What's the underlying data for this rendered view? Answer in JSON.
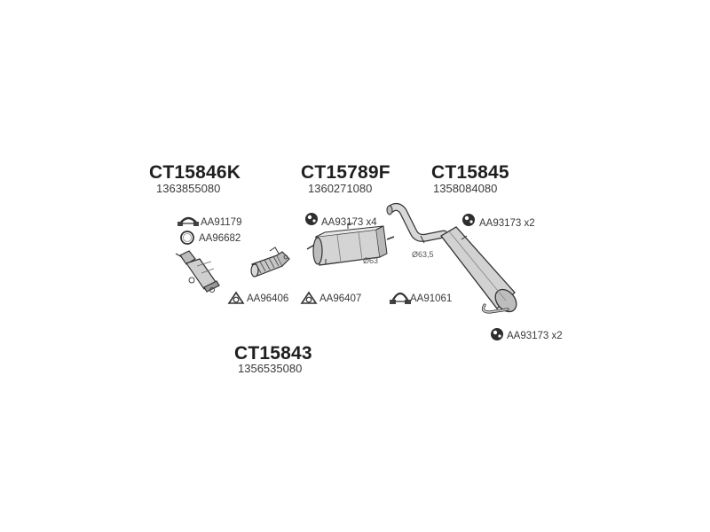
{
  "groups": {
    "front_pipe": {
      "code": "CT15846K",
      "number": "1363855080"
    },
    "middle_silencer": {
      "code": "CT15789F",
      "number": "1360271080"
    },
    "rear_silencer": {
      "code": "CT15845",
      "number": "1358084080"
    },
    "catalyst": {
      "code": "CT15843",
      "number": "1356535080"
    }
  },
  "parts": {
    "clamp_front": "AA91179",
    "ring_front": "AA96682",
    "gasket_left": "AA96406",
    "gasket_middle": "AA96407",
    "clamp_rear": "AA91061",
    "rubber_middle": "AA93173 x4",
    "rubber_rear_top": "AA93173 x2",
    "rubber_rear_bottom": "AA93173 x2"
  },
  "diameters": {
    "middle": "Ø63",
    "rear": "Ø63,5"
  }
}
